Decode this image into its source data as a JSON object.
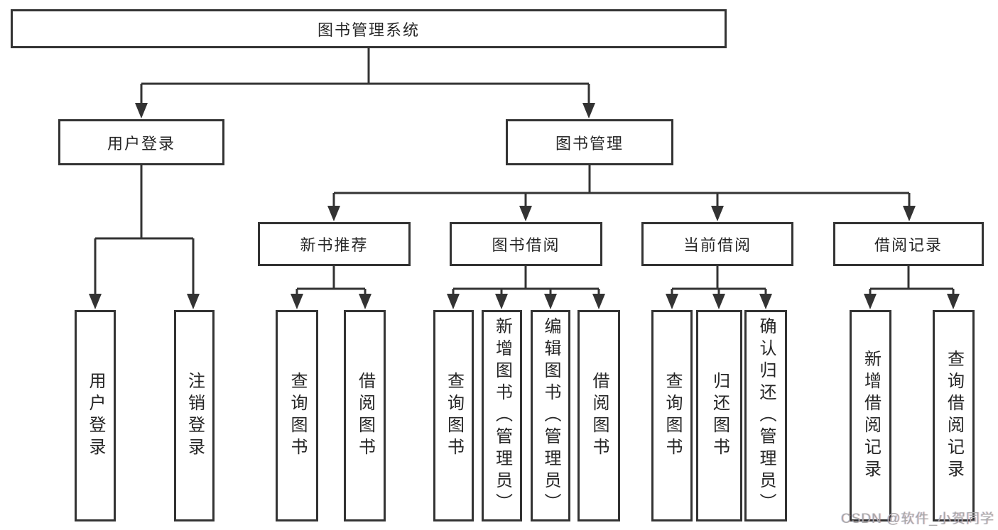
{
  "tree": {
    "label": "图书管理系统",
    "children": [
      {
        "label": "用户登录",
        "children": [
          {
            "label": "用户登录"
          },
          {
            "label": "注销登录"
          }
        ]
      },
      {
        "label": "图书管理",
        "children": [
          {
            "label": "新书推荐",
            "children": [
              {
                "label": "查询图书"
              },
              {
                "label": "借阅图书"
              }
            ]
          },
          {
            "label": "图书借阅",
            "children": [
              {
                "label": "查询图书"
              },
              {
                "label": "新增图书（管理员）"
              },
              {
                "label": "编辑图书（管理员）"
              },
              {
                "label": "借阅图书"
              }
            ]
          },
          {
            "label": "当前借阅",
            "children": [
              {
                "label": "查询图书"
              },
              {
                "label": "归还图书"
              },
              {
                "label": "确认归还（管理员）"
              }
            ]
          },
          {
            "label": "借阅记录",
            "children": [
              {
                "label": "新增借阅记录"
              },
              {
                "label": "查询借阅记录"
              }
            ]
          }
        ]
      }
    ]
  },
  "watermark": "CSDN @软件_小贺同学",
  "colors": {
    "line": "#333333",
    "text": "#262626",
    "watermark": "#a8a8a8",
    "background": "#ffffff"
  }
}
